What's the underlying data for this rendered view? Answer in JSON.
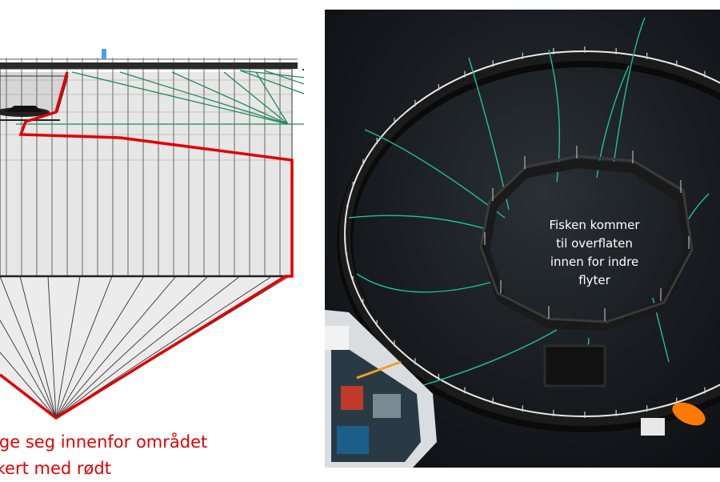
{
  "diagram": {
    "caption_lines": [
      "ege seg innenfor området",
      "rkert med rødt"
    ],
    "colors": {
      "outline": "#1a1a1a",
      "mooring": "#1f8a5a",
      "highlight": "#e00000",
      "float_marker": "#4aa3df"
    }
  },
  "photo": {
    "label_lines": [
      "Fisken kommer",
      "til overflaten",
      "innen for indre",
      "flyter"
    ],
    "colors": {
      "water": "#15191d",
      "outer_ring": "#1b1b1b",
      "rope": "#1fbf9a",
      "boat_hull": "#e9ecef",
      "dinghy": "#ff7a00"
    }
  }
}
